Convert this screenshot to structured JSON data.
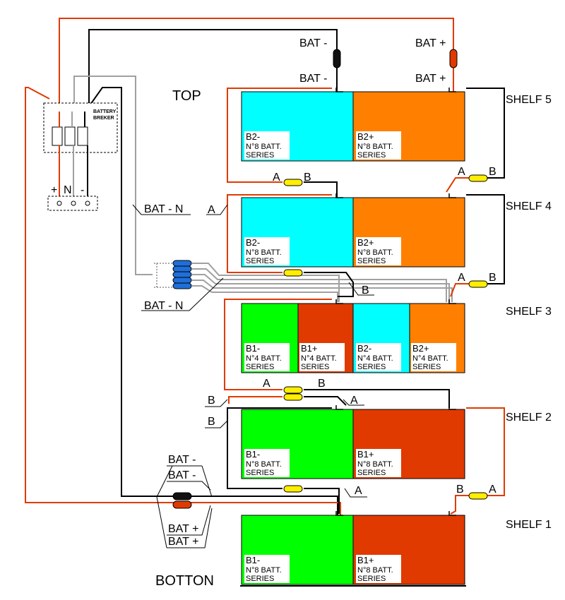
{
  "labels": {
    "top": "TOP",
    "bottom": "BOTTON",
    "breaker_line1": "BATTERY",
    "breaker_line2": "BREKER",
    "term_plus": "+",
    "term_n": "N",
    "term_minus": "-",
    "bat_minus": "BAT -",
    "bat_plus": "BAT +",
    "bat_n": "BAT - N",
    "a": "A",
    "b": "B"
  },
  "shelves": [
    "SHELF 5",
    "SHELF 4",
    "SHELF 3",
    "SHELF 2",
    "SHELF 1"
  ],
  "batteries": [
    {
      "name": "B2-",
      "line1": "N°8 BATT.",
      "line2": "SERIES",
      "color": "#00ffff"
    },
    {
      "name": "B2+",
      "line1": "N°8 BATT.",
      "line2": "SERIES",
      "color": "#ff8000"
    },
    {
      "name": "B2-",
      "line1": "N°8 BATT.",
      "line2": "SERIES",
      "color": "#00ffff"
    },
    {
      "name": "B2+",
      "line1": "N°8 BATT.",
      "line2": "SERIES",
      "color": "#ff8000"
    },
    {
      "name": "B1-",
      "line1": "N°4 BATT.",
      "line2": "SERIES",
      "color": "#00ff00"
    },
    {
      "name": "B1+",
      "line1": "N°4 BATT.",
      "line2": "SERIES",
      "color": "#e03a00"
    },
    {
      "name": "B2-",
      "line1": "N°4 BATT.",
      "line2": "SERIES",
      "color": "#00ffff"
    },
    {
      "name": "B2+",
      "line1": "N°4 BATT.",
      "line2": "SERIES",
      "color": "#ff8000"
    },
    {
      "name": "B1-",
      "line1": "N°8 BATT.",
      "line2": "SERIES",
      "color": "#00ff00"
    },
    {
      "name": "B1+",
      "line1": "N°8 BATT.",
      "line2": "SERIES",
      "color": "#e03a00"
    },
    {
      "name": "B1-",
      "line1": "N°8 BATT.",
      "line2": "SERIES",
      "color": "#00ff00"
    },
    {
      "name": "B1+",
      "line1": "N°8 BATT.",
      "line2": "SERIES",
      "color": "#e03a00"
    }
  ],
  "colors": {
    "positive_wire": "#e03a00",
    "negative_wire": "#000000",
    "neutral_wire": "#a0a0a0",
    "connector_yellow": "#ffee00",
    "connector_blue": "#1e6fd9",
    "fuse_black": "#111111",
    "fuse_red": "#e03a00"
  }
}
